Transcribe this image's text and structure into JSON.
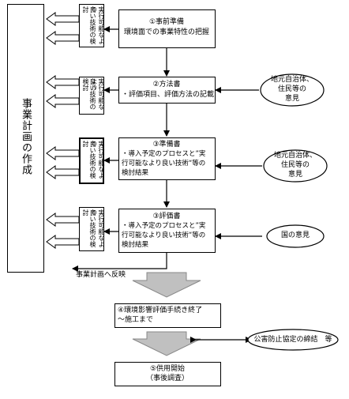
{
  "left_bar": {
    "label": "事業計画の作成"
  },
  "steps": [
    {
      "title": "①事前準備",
      "lines": [
        "環境面での事業特性の把握"
      ]
    },
    {
      "title": "②方法書",
      "lines": [
        "・評価項目、評価方法の記載"
      ]
    },
    {
      "title": "③準備書",
      "lines": [
        "・導入予定のプロセスと”実",
        "行可能なより良い技術“等の",
        "検討結果"
      ]
    },
    {
      "title": "③評価書",
      "lines": [
        "・導入予定のプロセスと”実",
        "行可能なより良い技術“等の",
        "検討結果"
      ]
    }
  ],
  "bat_boxes": [
    {
      "col1": "実行可能なより",
      "col2": "良い技術の検討"
    },
    {
      "col1": "実行可能なより",
      "col2": "良い技術の検討"
    },
    {
      "col1": "実行可能なより",
      "col2": "良い技術の検討"
    },
    {
      "col1": "実行可能なより",
      "col2": "良い技術の検討"
    }
  ],
  "opinions": [
    {
      "lines": [
        "地元自治体、",
        "住民等の",
        "意見"
      ]
    },
    {
      "lines": [
        "地元自治体、",
        "住民等の",
        "意見"
      ]
    },
    {
      "lines": [
        "国の意見"
      ]
    }
  ],
  "feedback_label": "事業計画へ反映",
  "post_steps": [
    {
      "lines": [
        "④環境影響評価手続き終了",
        "～施工まで"
      ]
    },
    {
      "lines": [
        "⑤供用開始",
        "（事後調査）"
      ]
    }
  ],
  "agreement": "公害防止協定の締結　等"
}
